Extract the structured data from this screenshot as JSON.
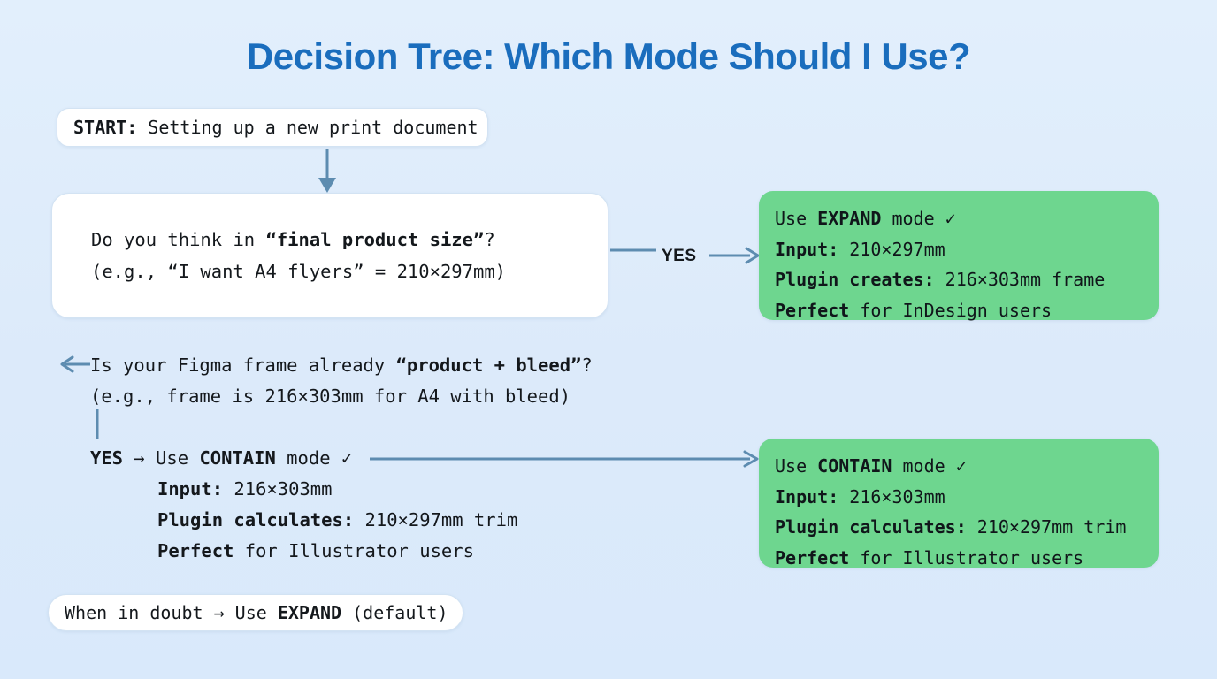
{
  "page": {
    "title": "Decision Tree: Which Mode Should I Use?",
    "background_color": "#ddecfb",
    "title_color": "#1a6dbd",
    "accent_green": "#6ed68f",
    "arrow_color": "#5d8cb0"
  },
  "start_box": {
    "label_bold": "START:",
    "label_rest": " Setting up a new print document"
  },
  "question_box": {
    "line1_a": "Do you think in ",
    "line1_b": "“final product size”",
    "line1_c": "?",
    "line2": "(e.g., “I want A4 flyers” = 210×297mm)"
  },
  "yes_branch": {
    "label": "YES",
    "arrow_left_icon": "line-segment-icon",
    "arrow_right_icon": "arrow-right-icon"
  },
  "expand_card": {
    "line1_a": "Use ",
    "line1_b": "EXPAND",
    "line1_c": " mode ✓",
    "line2_b": "Input:",
    "line2_rest": " 210×297mm",
    "line3_b": "Plugin creates:",
    "line3_rest": " 216×303mm frame",
    "line4_b": "Perfect",
    "line4_rest": " for InDesign users"
  },
  "contain_branch": {
    "back_arrow_icon": "arrow-left-icon",
    "question_a": "Is your Figma frame already ",
    "question_b": "“product + bleed”",
    "question_c": "?",
    "example": "(e.g., frame is 216×303mm for A4 with bleed)",
    "yes_bold": "YES",
    "yes_arrow": " → Use ",
    "yes_mode": "CONTAIN",
    "yes_tail": " mode ✓",
    "detail_input_b": "Input:",
    "detail_input_rest": " 216×303mm",
    "detail_calc_b": "Plugin calculates:",
    "detail_calc_rest": " 210×297mm trim",
    "detail_perfect_b": "Perfect",
    "detail_perfect_rest": " for Illustrator users"
  },
  "contain_card": {
    "line1_a": "Use ",
    "line1_b": "CONTAIN",
    "line1_c": " mode ✓",
    "line2_b": "Input:",
    "line2_rest": " 216×303mm",
    "line3_b": "Plugin calculates:",
    "line3_rest": " 210×297mm trim",
    "line4_b": "Perfect",
    "line4_rest": " for Illustrator users"
  },
  "doubt_box": {
    "text_a": "When in doubt → Use ",
    "text_b": "EXPAND",
    "text_c": " (default)"
  }
}
